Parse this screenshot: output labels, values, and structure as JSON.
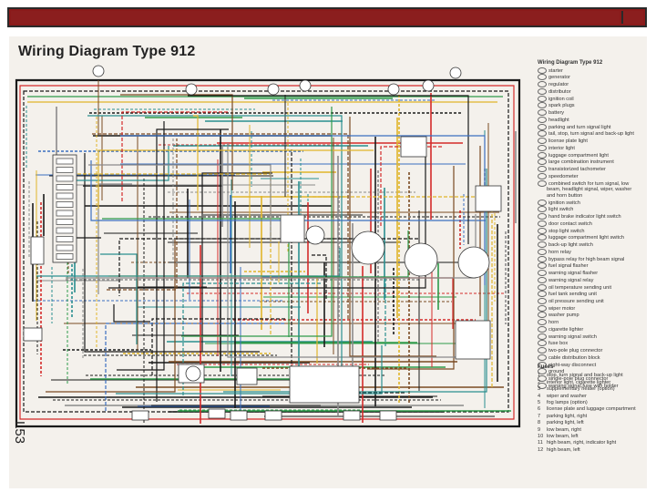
{
  "diagram": {
    "title": "Wiring Diagram Type 912",
    "page_code": "L53",
    "legend_title": "Wiring Diagram Type 912",
    "legend_items": [
      "starter",
      "generator",
      "regulator",
      "distributor",
      "ignition coil",
      "spark plugs",
      "battery",
      "headlight",
      "parking and turn signal light",
      "tail, stop, turn signal and back-up light",
      "license plate light",
      "interior light",
      "luggage compartment light",
      "large combination instrument",
      "transistorized tachometer",
      "speedometer",
      "combined switch for turn signal, low",
      "beam, headlight signal, wiper, washer",
      "and horn button",
      "ignition switch",
      "light switch",
      "hand brake indicator light switch",
      "door contact switch",
      "stop light switch",
      "luggage compartment light switch",
      "back-up light switch",
      "horn relay",
      "bypass relay for high beam signal",
      "fuel signal flasher",
      "warning signal flasher",
      "warning signal relay",
      "oil temperature sending unit",
      "fuel tank sending unit",
      "oil pressure sending unit",
      "wiper motor",
      "washer pump",
      "horn",
      "cigarette lighter",
      "warning signal switch",
      "fuse box",
      "two-pole plug connector",
      "cable distribution block",
      "eight-way disconnect",
      "ground",
      "single-pole plug connector",
      "warning signal fuse with holder"
    ],
    "fuses_title": "Fuses",
    "fuses": [
      {
        "num": "1",
        "text": "stop, turn signal and back-up light"
      },
      {
        "num": "2",
        "text": "interior light, cigarette lighter"
      },
      {
        "num": "3",
        "text": "supplementary heater (option)"
      },
      {
        "num": "4",
        "text": "wiper and washer"
      },
      {
        "num": "5",
        "text": "fog lamps (option)"
      },
      {
        "num": "6",
        "text": "license plate and luggage compartment"
      },
      {
        "num": "7",
        "text": "parking light, right"
      },
      {
        "num": "8",
        "text": "parking light, left"
      },
      {
        "num": "9",
        "text": "low beam, right"
      },
      {
        "num": "10",
        "text": "low beam, left"
      },
      {
        "num": "11",
        "text": "high beam, right, indicator light"
      },
      {
        "num": "12",
        "text": "high beam, left"
      }
    ],
    "wire_colors": {
      "black": "#1a1a1a",
      "red": "#d42a2a",
      "green": "#2e9a4a",
      "yellow": "#e0b52a",
      "blue": "#3a6fc0",
      "brown": "#7a4a22",
      "gray": "#8a8a8a",
      "teal": "#2a8f8f"
    },
    "banner_color": "#8b1e1e"
  }
}
